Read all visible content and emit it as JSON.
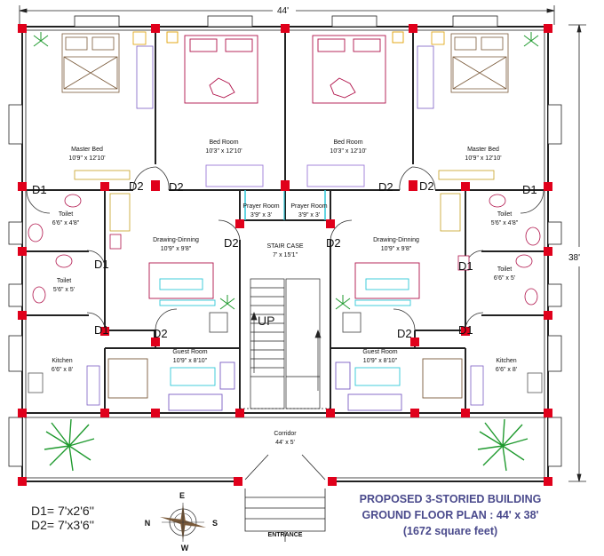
{
  "dimensions": {
    "width": "44'",
    "depth": "38'"
  },
  "rooms": {
    "master_bed_left": {
      "name": "Master Bed",
      "size": "10'9\" x 12'10'"
    },
    "bed_room_left": {
      "name": "Bed Room",
      "size": "10'3\" x 12'10'"
    },
    "bed_room_right": {
      "name": "Bed Room",
      "size": "10'3\" x 12'10'"
    },
    "master_bed_right": {
      "name": "Master Bed",
      "size": "10'9\" x 12'10'"
    },
    "toilet_left_a": {
      "name": "Toilet",
      "size": "6'6\" x 4'8\""
    },
    "toilet_left_b": {
      "name": "Toilet",
      "size": "5'6\" x 5'"
    },
    "toilet_right_a": {
      "name": "Toilet",
      "size": "5'6\" x 4'8\""
    },
    "toilet_right_b": {
      "name": "Toilet",
      "size": "6'6\" x 5'"
    },
    "prayer_left": {
      "name": "Prayer Room",
      "size": "3'9\" x 3'"
    },
    "prayer_right": {
      "name": "Prayer Room",
      "size": "3'9\" x 3'"
    },
    "stair": {
      "name": "STAIR CASE",
      "size": "7' x 15'1\""
    },
    "drawing_left": {
      "name": "Drawing-Dinning",
      "size": "10'9\" x 9'8\""
    },
    "drawing_right": {
      "name": "Drawing-Dinning",
      "size": "10'9\" x 9'8\""
    },
    "guest_left": {
      "name": "Guest Room",
      "size": "10'9\" x 8'10\""
    },
    "guest_right": {
      "name": "Guest Room",
      "size": "10'9\" x 8'10\""
    },
    "kitchen_left": {
      "name": "Kitchen",
      "size": "6'6\" x 8'"
    },
    "kitchen_right": {
      "name": "Kitchen",
      "size": "6'6\" x 8'"
    },
    "corridor": {
      "name": "Corridor",
      "size": "44' x 5'"
    }
  },
  "doors": {
    "d1": "D1",
    "d2": "D2"
  },
  "stair_label": "UP",
  "entrance": "ENTRANCE",
  "legend": {
    "d1": "D1= 7'x2'6''",
    "d2": "D2= 7'x3'6''"
  },
  "compass": {
    "n": "N",
    "e": "E",
    "s": "S",
    "w": "W"
  },
  "title": {
    "line1": "PROPOSED 3-STORIED BUILDING",
    "line2": "GROUND FLOOR PLAN : 44' x 38'",
    "line3": "(1672 square feet)"
  },
  "colors": {
    "wall": "#222222",
    "column": "#e0001b",
    "bed": "#b0124a",
    "furniture": "#7b5cc4",
    "wardrobe": "#9c7ad8",
    "counter": "#2fc7d8",
    "tree": "#1f9a2e",
    "title": "#4a4a8c",
    "prayer_door": "#2fc7d8"
  }
}
